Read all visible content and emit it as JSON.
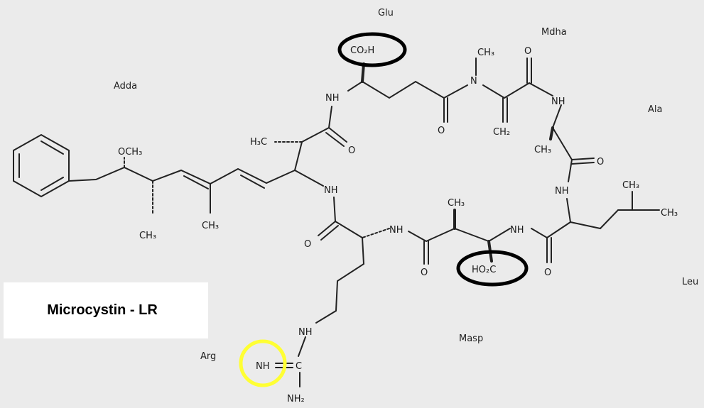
{
  "title": "Microcystin - LR",
  "residues": {
    "glu": "Glu",
    "mdha": "Mdha",
    "adda": "Adda",
    "ala": "Ala",
    "leu": "Leu",
    "masp": "Masp",
    "arg": "Arg"
  },
  "atoms": {
    "co2h": "CO₂H",
    "ho2c": "HO₂C",
    "och3": "OCH₃",
    "ch3": "CH₃",
    "h3c": "H₃C",
    "ch2": "CH₂",
    "nh": "NH",
    "n": "N",
    "o": "O",
    "c": "C",
    "nh2": "NH₂"
  },
  "highlight_colors": {
    "carboxyl": "#000000",
    "guanidino": "#ffff33"
  }
}
